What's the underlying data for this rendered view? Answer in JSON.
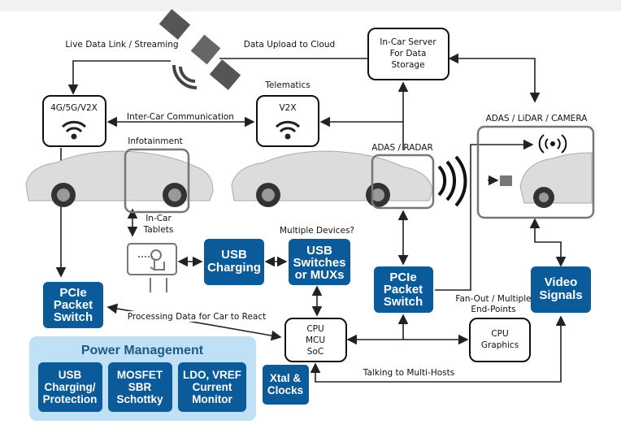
{
  "labels": {
    "live_data": "Live Data Link / Streaming",
    "upload": "Data Upload to Cloud",
    "telematics": "Telematics",
    "inter_car": "Inter-Car Communication",
    "infotainment": "Infotainment",
    "adas_radar": "ADAS / RADAR",
    "adas_lidar": "ADAS / LiDAR / CAMERA",
    "tablets": [
      "In-Car",
      "Tablets"
    ],
    "multiple_devices": "Multiple Devices?",
    "processing": "Processing Data for Car to React",
    "fanout": [
      "Fan-Out / Multiple",
      "End-Points"
    ],
    "multi_hosts": "Talking to Multi-Hosts"
  },
  "boxes": {
    "cellular": "4G/5G/V2X",
    "v2x": "V2X",
    "server": [
      "In-Car Server",
      "For Data",
      "Storage"
    ],
    "cpu": [
      "CPU",
      "MCU",
      "SoC"
    ],
    "gpu": [
      "CPU",
      "Graphics"
    ]
  },
  "blocks": {
    "usb_charging": [
      "USB",
      "Charging"
    ],
    "usb_switches": [
      "USB",
      "Switches",
      "or MUXs"
    ],
    "pcie_left": [
      "PCIe",
      "Packet",
      "Switch"
    ],
    "pcie_mid": [
      "PCIe",
      "Packet",
      "Switch"
    ],
    "video": [
      "Video",
      "Signals"
    ],
    "xtal": [
      "Xtal &",
      "Clocks"
    ]
  },
  "power": {
    "title": "Power Management",
    "items": [
      [
        "USB",
        "Charging/",
        "Protection"
      ],
      [
        "MOSFET",
        "SBR",
        "Schottky"
      ],
      [
        "LDO, VREF",
        "Current",
        "Monitor"
      ]
    ]
  },
  "colors": {
    "block": "#0b5a9a",
    "power_bg": "#bfe0f5",
    "power_title": "#1d5a8a"
  }
}
